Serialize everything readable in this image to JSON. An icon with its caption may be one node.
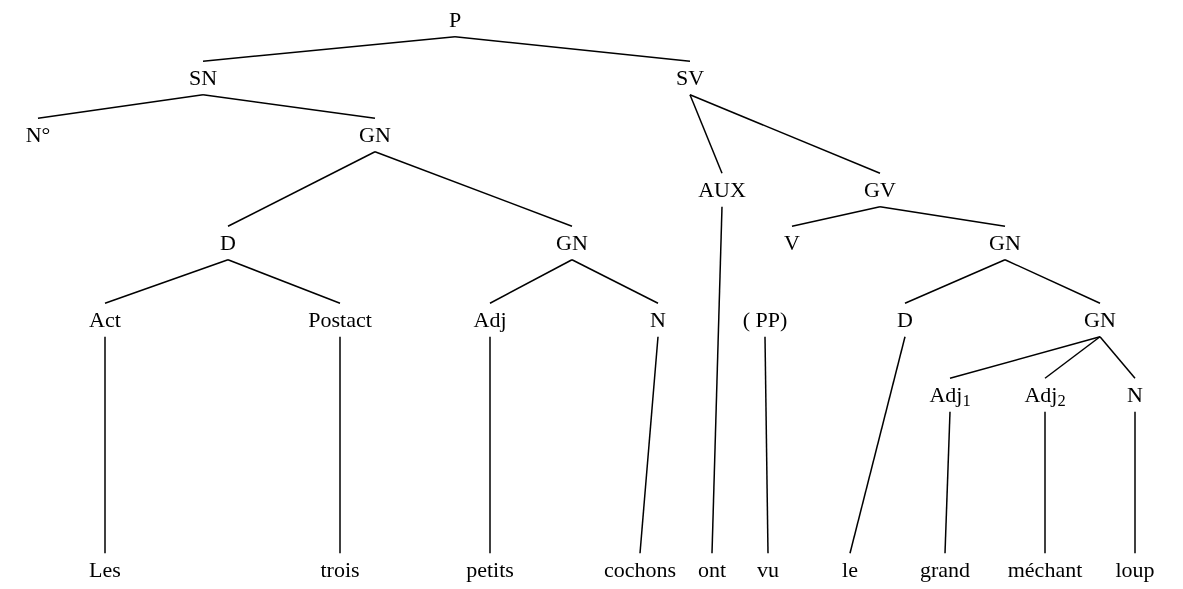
{
  "diagram": {
    "nodes": [
      {
        "text": [
          "P"
        ]
      },
      {
        "text": [
          "SN"
        ]
      },
      {
        "text": [
          "SV"
        ]
      },
      {
        "text": [
          "N°"
        ]
      },
      {
        "text": [
          "GN"
        ]
      },
      {
        "text": [
          "AUX"
        ]
      },
      {
        "text": [
          "GV"
        ]
      },
      {
        "text": [
          "D"
        ]
      },
      {
        "text": [
          "GN"
        ]
      },
      {
        "text": [
          "V"
        ]
      },
      {
        "text": [
          "GN"
        ]
      },
      {
        "text": [
          "Act"
        ]
      },
      {
        "text": [
          "Postact"
        ]
      },
      {
        "text": [
          "Adj"
        ]
      },
      {
        "text": [
          "N"
        ]
      },
      {
        "text": [
          "( PP)"
        ]
      },
      {
        "text": [
          "D"
        ]
      },
      {
        "text": [
          "GN"
        ]
      },
      {
        "text": [
          "Adj$_{1}$"
        ]
      },
      {
        "text": [
          "Adj$_{2}$"
        ]
      },
      {
        "text": [
          "N"
        ]
      },
      {
        "text": [
          "Les"
        ]
      },
      {
        "text": [
          "trois"
        ]
      },
      {
        "text": [
          "petits"
        ]
      },
      {
        "text": [
          "cochons"
        ]
      },
      {
        "text": [
          "ont"
        ]
      },
      {
        "text": [
          "vu"
        ]
      },
      {
        "text": [
          "le"
        ]
      },
      {
        "text": [
          "grand"
        ]
      },
      {
        "text": [
          "méchant"
        ]
      },
      {
        "text": [
          "loup"
        ]
      }
    ],
    "edges": [
      {
        "from": 0,
        "to": 1,
        "arrow": "none"
      },
      {
        "from": 0,
        "to": 2,
        "arrow": "none"
      },
      {
        "from": 1,
        "to": 3,
        "arrow": "none"
      },
      {
        "from": 1,
        "to": 4,
        "arrow": "none"
      },
      {
        "from": 4,
        "to": 7,
        "arrow": "none"
      },
      {
        "from": 4,
        "to": 8,
        "arrow": "none"
      },
      {
        "from": 2,
        "to": 5,
        "arrow": "none"
      },
      {
        "from": 2,
        "to": 6,
        "arrow": "none"
      },
      {
        "from": 6,
        "to": 9,
        "arrow": "none"
      },
      {
        "from": 6,
        "to": 10,
        "arrow": "none"
      },
      {
        "from": 7,
        "to": 11,
        "arrow": "none"
      },
      {
        "from": 7,
        "to": 12,
        "arrow": "none"
      },
      {
        "from": 8,
        "to": 13,
        "arrow": "none"
      },
      {
        "from": 8,
        "to": 14,
        "arrow": "none"
      },
      {
        "from": 10,
        "to": 16,
        "arrow": "none"
      },
      {
        "from": 10,
        "to": 17,
        "arrow": "none"
      },
      {
        "from": 17,
        "to": 18,
        "arrow": "none"
      },
      {
        "from": 17,
        "to": 19,
        "arrow": "none"
      },
      {
        "from": 17,
        "to": 20,
        "arrow": "none"
      },
      {
        "from": 11,
        "to": 21,
        "arrow": "none"
      },
      {
        "from": 12,
        "to": 22,
        "arrow": "none"
      },
      {
        "from": 13,
        "to": 23,
        "arrow": "none"
      },
      {
        "from": 14,
        "to": 24,
        "arrow": "none"
      },
      {
        "from": 5,
        "to": 25,
        "arrow": "none"
      },
      {
        "from": 15,
        "to": 26,
        "arrow": "none"
      },
      {
        "from": 16,
        "to": 27,
        "arrow": "none"
      },
      {
        "from": 18,
        "to": 28,
        "arrow": "none"
      },
      {
        "from": 19,
        "to": 29,
        "arrow": "none"
      },
      {
        "from": 20,
        "to": 30,
        "arrow": "none"
      }
    ]
  }
}
